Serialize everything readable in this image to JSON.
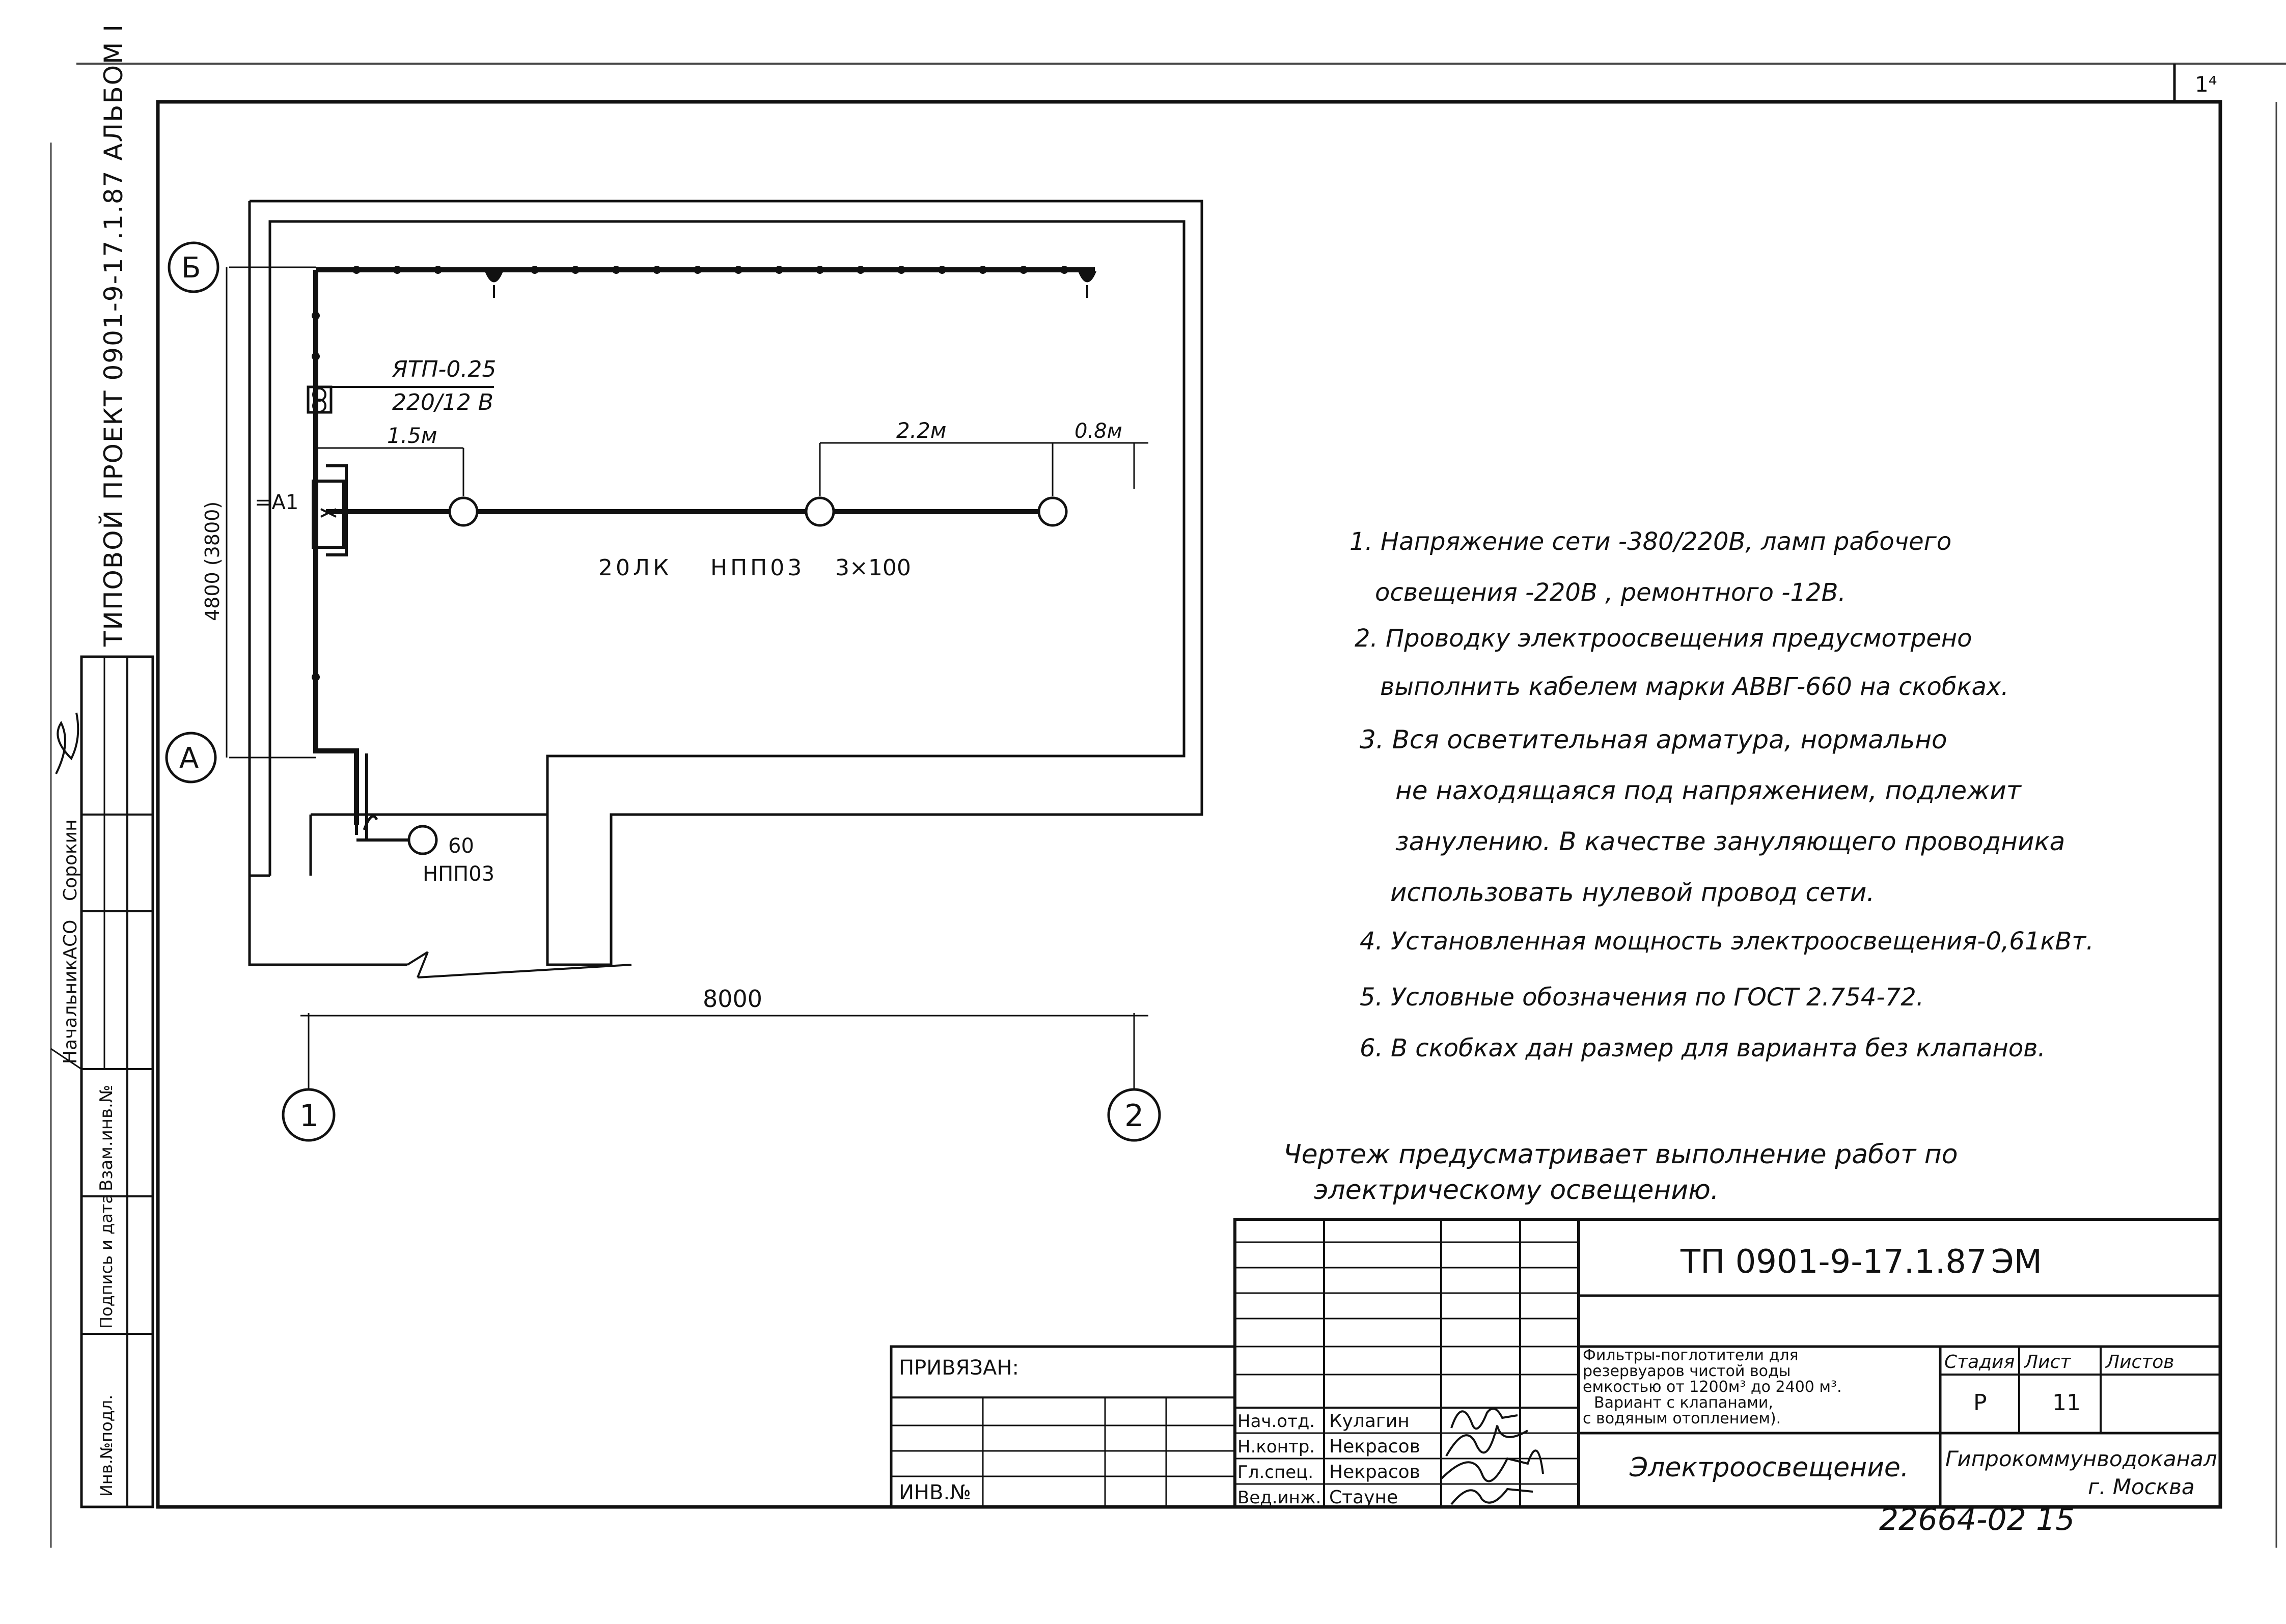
{
  "corner_mark": "1⁴",
  "side_title": "ТИПОВОЙ ПРОЕКТ 0901-9-17.1.87 АЛЬБОМ I",
  "side_stamp": {
    "labels": [
      "Инв.№подл.",
      "Подпись и дата",
      "Взам.инв.№",
      "НачальникАСО",
      "Сорокин"
    ]
  },
  "plan": {
    "axis_b": "Б",
    "axis_a": "А",
    "axis_1": "1",
    "axis_2": "2",
    "transformer": "ЯТП-0.25",
    "transformer_voltage": "220/12 В",
    "panel": "=А1",
    "dim_1": "1.5м",
    "dim_2": "2.2м",
    "dim_3": "0.8м",
    "vertical_dim": "4800 (3800)",
    "horizontal_dim": "8000",
    "lamps_label": "20ЛК",
    "fixture_type": "НПП03",
    "fixture_spec": "3×100",
    "lamp_60": "60",
    "lamp_60_type": "НПП03"
  },
  "notes": [
    "1. Напряжение сети -380/220В, ламп рабочего",
    "освещения -220В , ремонтного -12В.",
    "2. Проводку электроосвещения предусмотрено",
    "выполнить кабелем марки АВВГ-660 на скобках.",
    "3. Вся осветительная арматура, нормально",
    "не находящаяся под напряжением, подлежит",
    "занулению. В качестве зануляющего проводника",
    "использовать нулевой провод сети.",
    "4. Установленная мощность электроосвещения-0,61кВт.",
    "5. Условные обозначения по ГОСТ 2.754-72.",
    "6. В скобках дан размер для варианта без клапанов."
  ],
  "work_note": [
    "Чертеж предусматривает выполнение работ по",
    "электрическому освещению."
  ],
  "title_block": {
    "doc_code": "ТП 0901-9-17.1.87",
    "section": "ЭМ",
    "privyazan": "ПРИВЯЗАН:",
    "inv_no": "ИНВ.№",
    "description": [
      "Фильтры-поглотители для",
      "резервуаров чистой воды",
      "емкостью от 1200м³ до 2400 м³.",
      "Вариант с клапанами,",
      "с водяным отоплением)."
    ],
    "stage_label": "Стадия",
    "sheet_label": "Лист",
    "sheets_label": "Листов",
    "stage_value": "Р",
    "sheet_value": "11",
    "sheet_title": "Электроосвещение.",
    "org": "Гипрокоммунводоканал",
    "city": "г. Москва",
    "roles": [
      "Нач.отд.",
      "Н.контр.",
      "Гл.спец.",
      "Вед.инж."
    ],
    "names": [
      "Кулагин",
      "Некрасов",
      "Некрасов",
      "Стауне"
    ]
  },
  "footer_code": "22664-02 15"
}
